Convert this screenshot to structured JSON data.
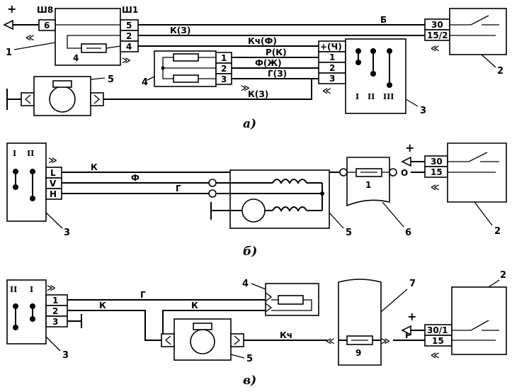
{
  "colors": {
    "ink": "#000000",
    "paper": "#ffffff"
  },
  "diagram_a": {
    "caption": "а)",
    "plus_sign": "+",
    "connector_left": "Ш8",
    "connector_right": "Ш1",
    "pins_left": [
      "6"
    ],
    "pins_right": [
      "5",
      "2",
      "4"
    ],
    "relay_resistor_num": "4",
    "wires": {
      "b": "Б",
      "kz_top": "К(З)",
      "kch_f": "Кч(Ф)",
      "r_k": "Р(К)",
      "f_zh": "Ф(Ж)",
      "g_z": "Г(З)",
      "kz_bottom": "К(З)"
    },
    "ignition_pins": [
      "30",
      "15/2"
    ],
    "resistor_block_pins": [
      "1",
      "2",
      "3"
    ],
    "switch_top_pin": "+(Ч)",
    "switch_pins": [
      "1",
      "2",
      "3"
    ],
    "switch_positions": [
      "I",
      "II",
      "III"
    ],
    "callouts": {
      "relay": "1",
      "ignition": "2",
      "switch": "3",
      "resistors": "4",
      "motor": "5"
    }
  },
  "diagram_b": {
    "caption": "б)",
    "plus_sign": "+",
    "switch_positions": [
      "I",
      "II"
    ],
    "switch_pins": [
      "L",
      "V",
      "H"
    ],
    "wires": {
      "k": "К",
      "f": "Ф",
      "g": "Г"
    },
    "fuse_num": "1",
    "fuse_right_mark": "О",
    "ignition_pins": [
      "30",
      "15"
    ],
    "callouts": {
      "ignition": "2",
      "switch": "3",
      "motor": "5",
      "fuse_box": "6"
    }
  },
  "diagram_v": {
    "caption": "в)",
    "plus_sign": "+",
    "switch_positions": [
      "II",
      "I"
    ],
    "switch_pins": [
      "1",
      "2",
      "3"
    ],
    "wires": {
      "g": "Г",
      "k_top": "К",
      "k_left": "К",
      "kch": "Кч",
      "r": "Р"
    },
    "fuse_num": "9",
    "ignition_pins": [
      "30/1",
      "15"
    ],
    "callouts": {
      "ignition": "2",
      "switch": "3",
      "resistor": "4",
      "motor": "5",
      "fuse_box": "7"
    }
  }
}
